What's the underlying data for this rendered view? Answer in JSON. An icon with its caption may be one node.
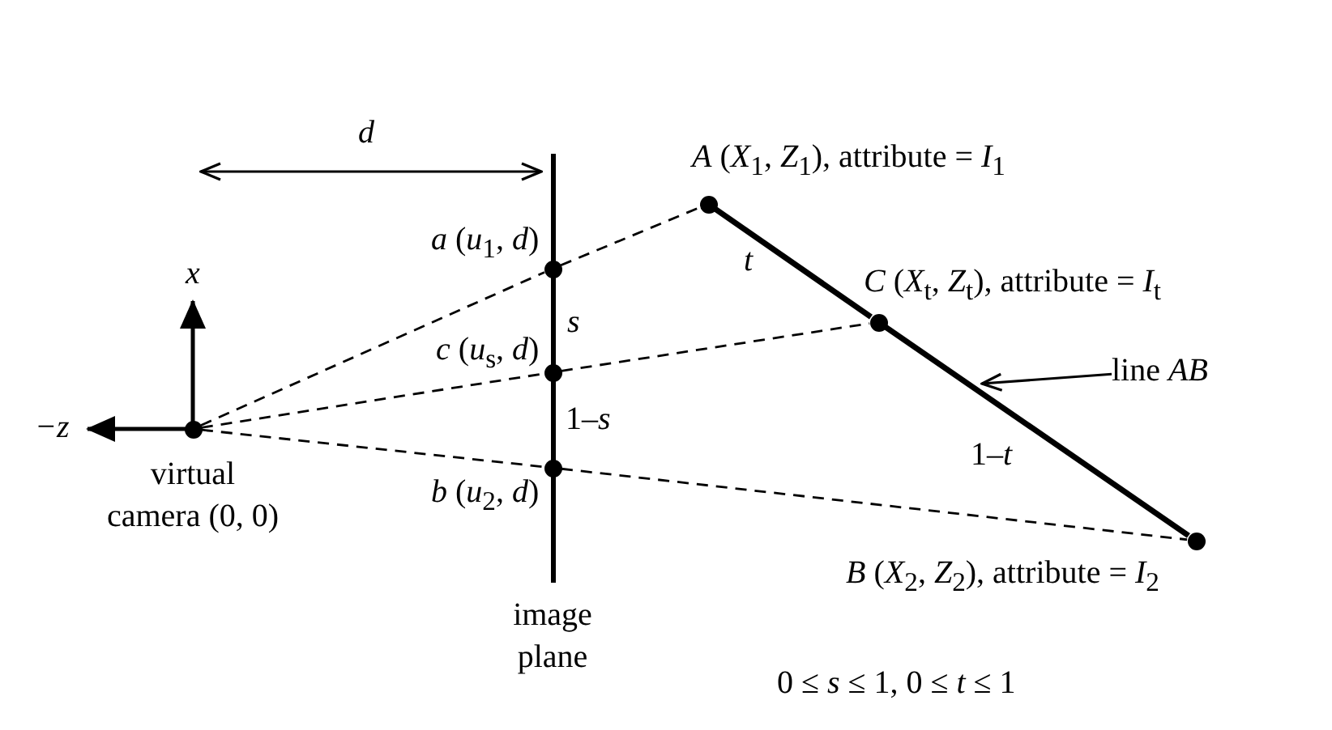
{
  "diagram": {
    "nodes": [
      {
        "text": [
          "virtual camera (0, 0)"
        ]
      },
      {
        "text": [
          "*a* (*u*$_{1}$, *d*)"
        ]
      },
      {
        "text": [
          "*c* (*u*$_{s}$, *d*)"
        ]
      },
      {
        "text": [
          "*b* (*u*$_{2}$, *d*)"
        ]
      },
      {
        "text": [
          "*A* (*X*$_{1}$, *Z*$_{1}$), attribute = *I*$_{1}$"
        ]
      },
      {
        "text": [
          "*C* (*X*$_{t}$, *Z*$_{t}$), attribute = *I*$_{t}$"
        ]
      },
      {
        "text": [
          "*B* (*X*$_{2}$, *Z*$_{2}$), attribute = *I*$_{2}$"
        ]
      },
      {
        "text": [
          "image plane"
        ]
      },
      {
        "text": [
          "line *AB*"
        ]
      }
    ],
    "edges": [
      {
        "from": 0,
        "to": 1,
        "arrow": "none",
        "style": "dashed"
      },
      {
        "from": 1,
        "to": 4,
        "arrow": "none",
        "style": "dashed"
      },
      {
        "from": 0,
        "to": 2,
        "arrow": "none",
        "style": "dashed"
      },
      {
        "from": 2,
        "to": 5,
        "arrow": "none",
        "style": "dashed"
      },
      {
        "from": 0,
        "to": 3,
        "arrow": "none",
        "style": "dashed"
      },
      {
        "from": 3,
        "to": 6,
        "arrow": "none",
        "style": "dashed"
      },
      {
        "from": 4,
        "to": 5,
        "arrow": "none",
        "style": "thick",
        "label": "t"
      },
      {
        "from": 5,
        "to": 6,
        "arrow": "none",
        "style": "thick",
        "label": "1–*t*"
      },
      {
        "from": 1,
        "to": 2,
        "arrow": "none",
        "label": "s"
      },
      {
        "from": 2,
        "to": 3,
        "arrow": "none",
        "label": "1–*s*"
      },
      {
        "from": 8,
        "to": null,
        "arrow": "to"
      }
    ],
    "labels": [
      "d",
      "x",
      "−z",
      "0 ≤ *s* ≤ 1,  0 ≤ *t* ≤ 1"
    ]
  }
}
